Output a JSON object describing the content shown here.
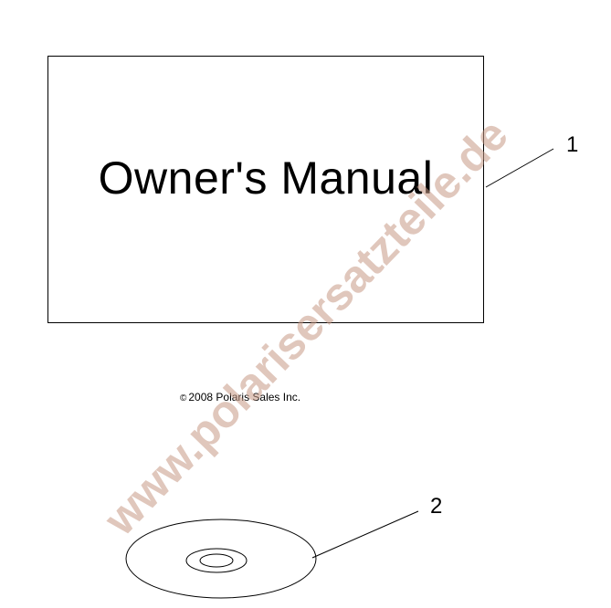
{
  "diagram": {
    "manual_label": "Owner's Manual",
    "callouts": [
      "1",
      "2"
    ],
    "copyright_symbol": "©",
    "copyright_text": "2008 Polaris Sales Inc.",
    "watermark": "www.polarisersatzteile.de",
    "watermark_color": "#c79a86"
  }
}
